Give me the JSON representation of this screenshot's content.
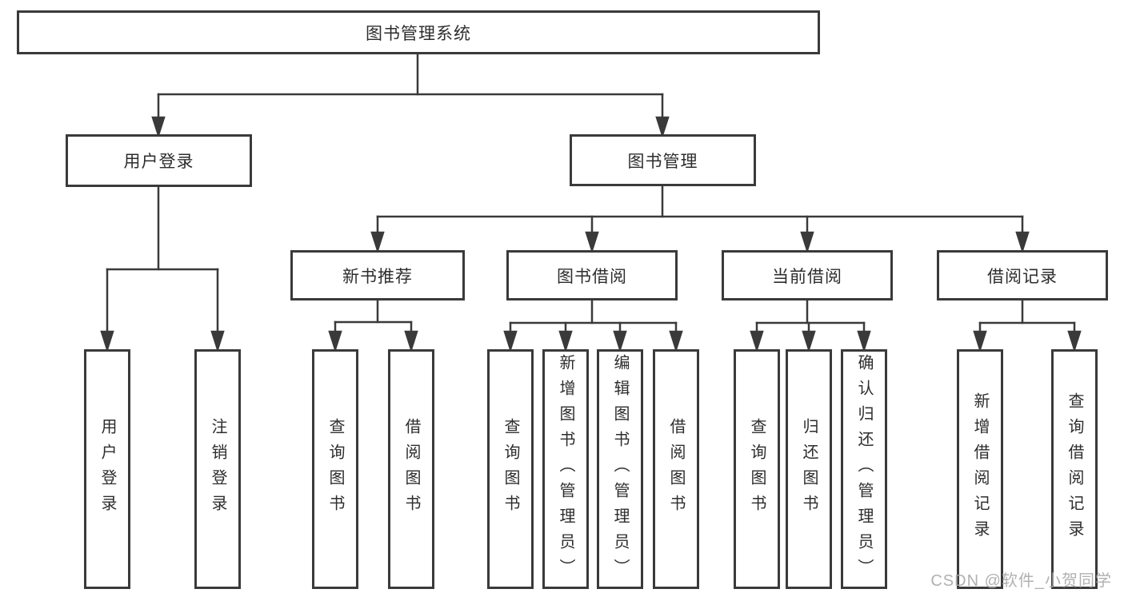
{
  "tree": {
    "root": {
      "label": "图书管理系统"
    },
    "user_login": {
      "label": "用户登录",
      "children": [
        {
          "label": "用户登录"
        },
        {
          "label": "注销登录"
        }
      ]
    },
    "book_management": {
      "label": "图书管理",
      "children": [
        {
          "label": "新书推荐",
          "children": [
            {
              "label": "查询图书"
            },
            {
              "label": "借阅图书"
            }
          ]
        },
        {
          "label": "图书借阅",
          "children": [
            {
              "label": "查询图书"
            },
            {
              "label": "新增图书（管理员）"
            },
            {
              "label": "编辑图书（管理员）"
            },
            {
              "label": "借阅图书"
            }
          ]
        },
        {
          "label": "当前借阅",
          "children": [
            {
              "label": "查询图书"
            },
            {
              "label": "归还图书"
            },
            {
              "label": "确认归还（管理员）"
            }
          ]
        },
        {
          "label": "借阅记录",
          "children": [
            {
              "label": "新增借阅记录"
            },
            {
              "label": "查询借阅记录"
            }
          ]
        }
      ]
    }
  },
  "watermark": {
    "text": "CSDN @软件_小贺同学"
  },
  "colors": {
    "line": "#3a3a3a",
    "text": "#2d2d2d",
    "watermark": "#a9a9a9",
    "background": "#ffffff"
  }
}
